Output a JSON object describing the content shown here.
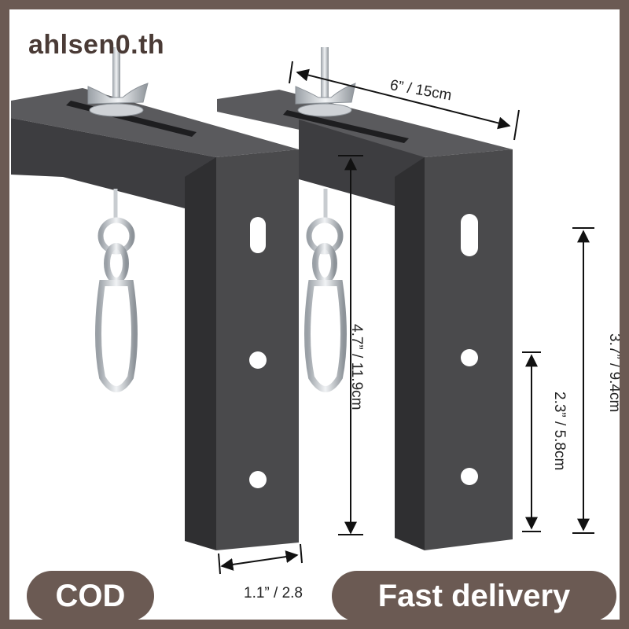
{
  "watermark": "ahlsen0.th",
  "dimensions": {
    "width": "6” / 15cm",
    "height_left": "4.7” / 11.9cm",
    "height_mid": "2.3” / 5.8cm",
    "height_right": "3.7” / 9.4cm",
    "depth": "1.1” / 2.8"
  },
  "badges": {
    "cod": "COD",
    "fast_delivery": "Fast delivery"
  },
  "colors": {
    "frame": "#6b5a53",
    "bracket": "#4a4a4c",
    "bracket_dark": "#2f2f31",
    "metal": "#cfd2d6"
  }
}
